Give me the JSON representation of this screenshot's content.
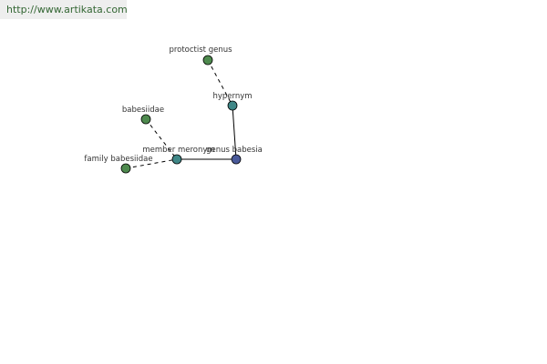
{
  "banner": {
    "url": "http://www.artikata.com"
  },
  "graph": {
    "colors": {
      "leaf": "#4e8a4e",
      "relation": "#3f8787",
      "center": "#4a5a9a",
      "edge": "#000000",
      "label": "#333333"
    },
    "nodes": {
      "protoctist_genus": {
        "label": "protoctist genus",
        "kind": "leaf"
      },
      "hypernym": {
        "label": "hypernym",
        "kind": "relation"
      },
      "babesiidae": {
        "label": "babesiidae",
        "kind": "leaf"
      },
      "member_meronym": {
        "label": "member meronym",
        "kind": "relation"
      },
      "genus_babesia": {
        "label": "genus babesia",
        "kind": "center"
      },
      "family_babesiidae": {
        "label": "family babesiidae",
        "kind": "leaf"
      }
    }
  }
}
